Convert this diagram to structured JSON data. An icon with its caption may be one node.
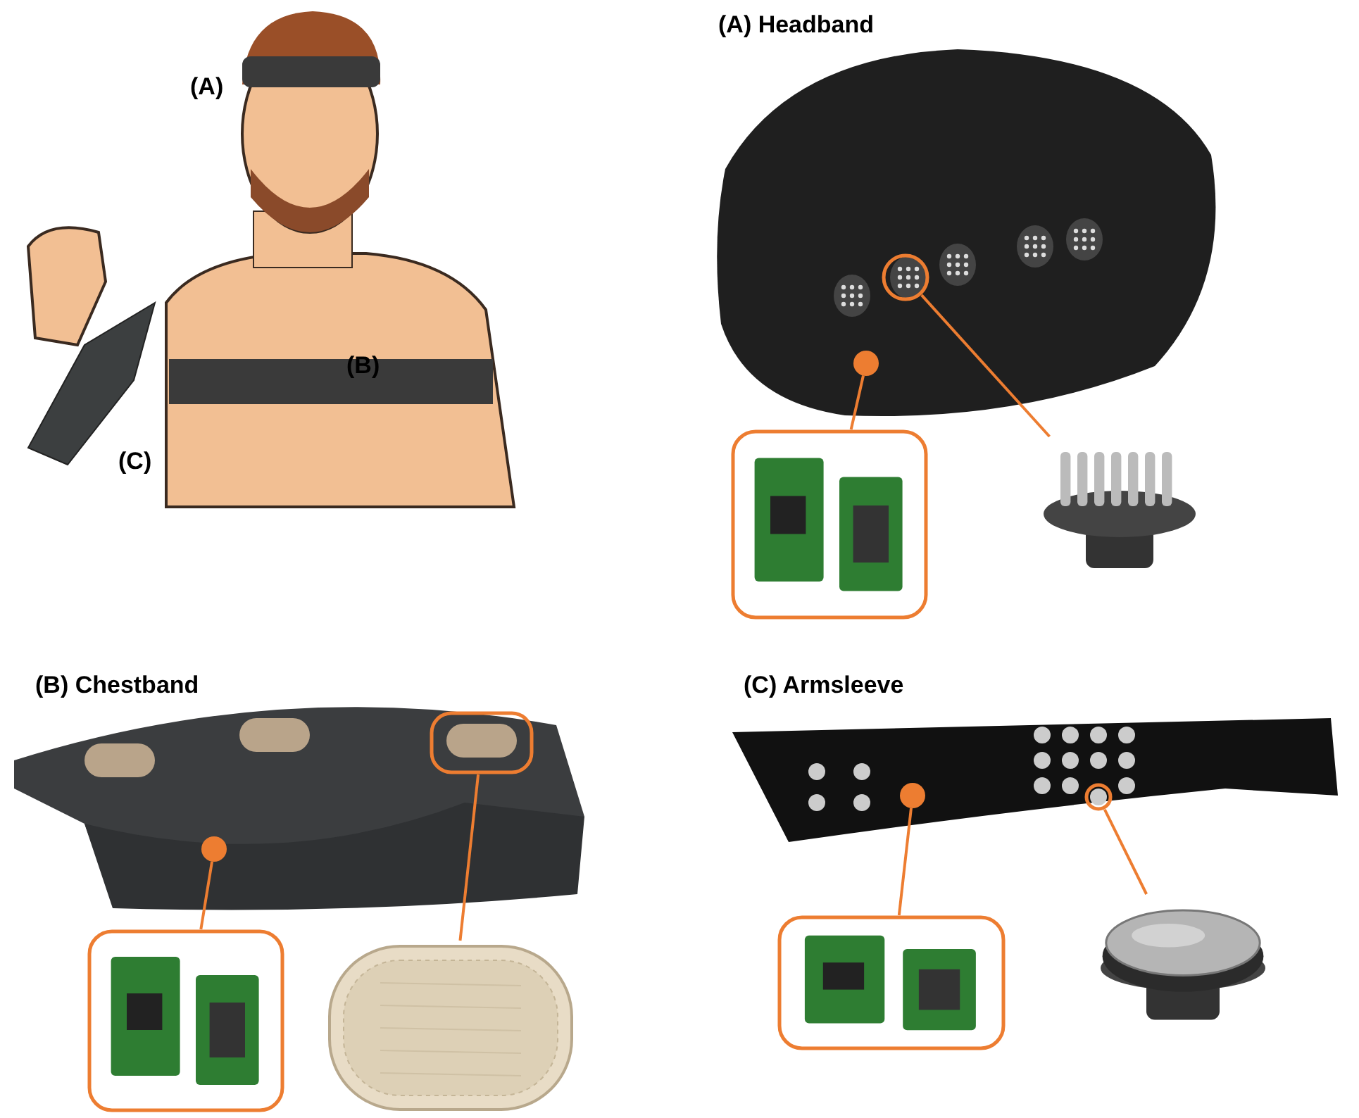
{
  "diagram": {
    "nodes": [
      {
        "text": [],
        "shape": "dot"
      },
      {
        "text": [],
        "shape": "picture"
      },
      {
        "text": [],
        "shape": "circle"
      },
      {
        "text": [],
        "shape": "picture"
      },
      {
        "text": [],
        "shape": "dot"
      },
      {
        "text": [],
        "shape": "picture"
      },
      {
        "text": [],
        "shape": "box"
      },
      {
        "text": [],
        "shape": "picture"
      },
      {
        "text": [],
        "shape": "dot"
      },
      {
        "text": [],
        "shape": "picture"
      },
      {
        "text": [],
        "shape": "circle"
      },
      {
        "text": [],
        "shape": "picture"
      }
    ],
    "edges": [
      {
        "from": 0,
        "to": 1,
        "arrow": "none"
      },
      {
        "from": 2,
        "to": 3,
        "arrow": "none"
      },
      {
        "from": 4,
        "to": 5,
        "arrow": "none"
      },
      {
        "from": 6,
        "to": 7,
        "arrow": "none"
      },
      {
        "from": 8,
        "to": 9,
        "arrow": "none"
      },
      {
        "from": 10,
        "to": 11,
        "arrow": "none"
      }
    ],
    "labels": [
      "(A) Headband",
      "(A)",
      "(B)",
      "(C)",
      "(B) Chestband",
      "(C) Armsleeve"
    ]
  }
}
